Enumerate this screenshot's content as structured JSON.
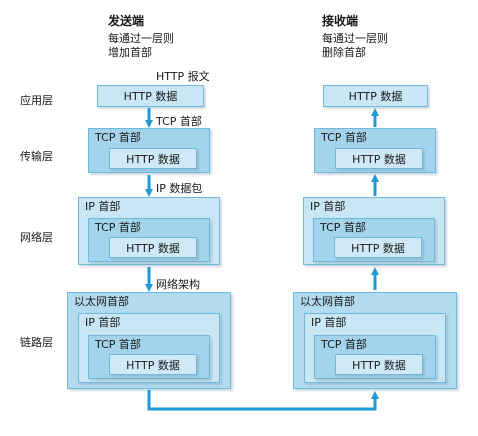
{
  "sender": {
    "title": "发送端",
    "note_line1": "每通过一层则",
    "note_line2": "增加首部"
  },
  "receiver": {
    "title": "接收端",
    "note_line1": "每通过一层则",
    "note_line2": "删除首部"
  },
  "layers": {
    "application": "应用层",
    "transport": "传输层",
    "network": "网络层",
    "link": "链路层"
  },
  "labels": {
    "http_message": "HTTP 报文",
    "tcp_header_caption": "TCP 首部",
    "ip_packet": "IP 数据包",
    "network_frame": "网络架构"
  },
  "boxes": {
    "http_data": "HTTP 数据",
    "tcp_header": "TCP 首部",
    "ip_header": "IP 首部",
    "ethernet_header": "以太网首部"
  },
  "colors": {
    "arrow": "#1e9ad6",
    "box_border": "#6fb8de"
  }
}
